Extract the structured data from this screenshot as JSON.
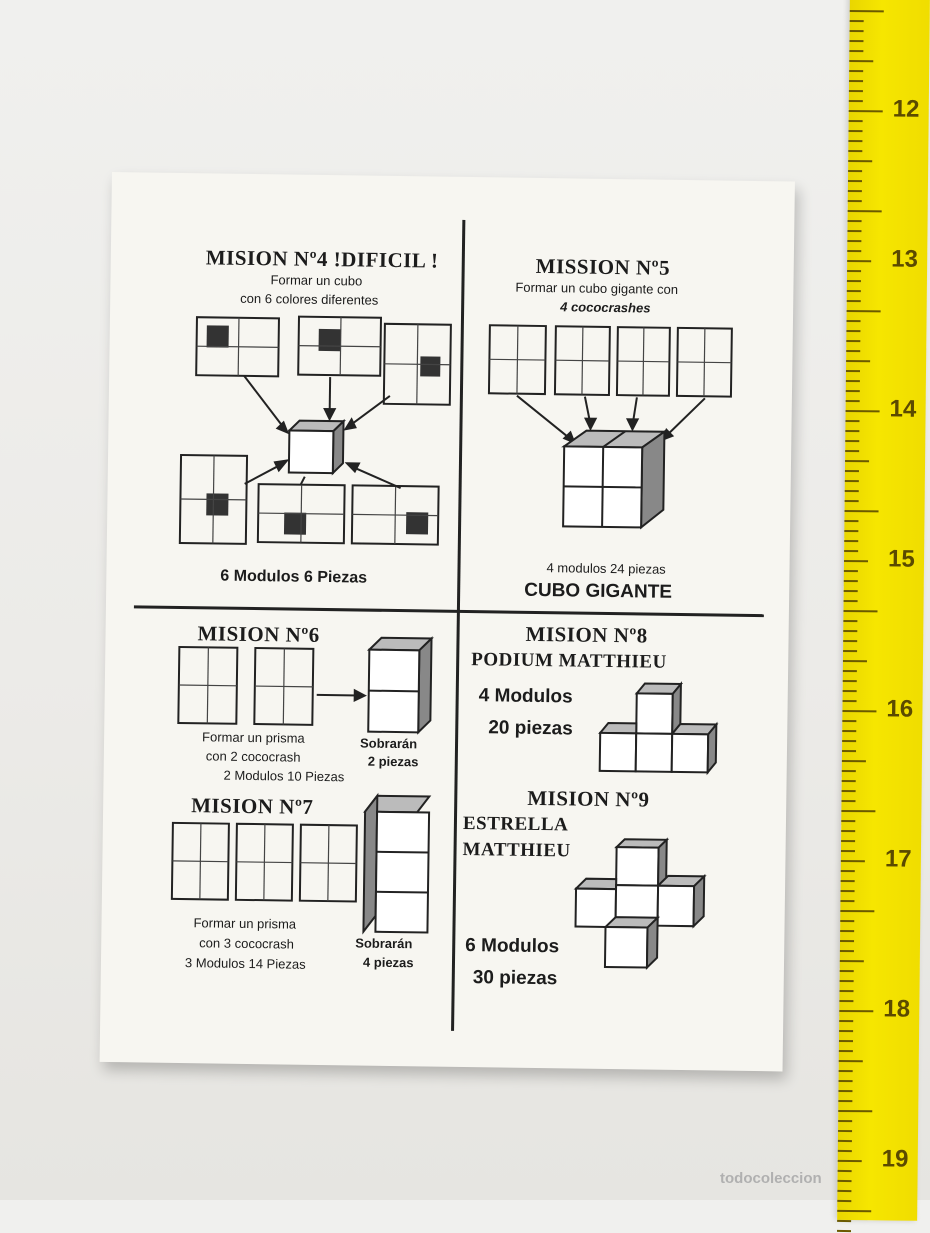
{
  "missions": {
    "m4": {
      "title": "MISION Nº4 !DIFICIL !",
      "line1": "Formar un cubo",
      "line2": "con 6 colores diferentes",
      "footer": "6 Modulos 6 Piezas"
    },
    "m5": {
      "title": "MISSION Nº5",
      "line1": "Formar un cubo gigante con",
      "line2": "4 cococrashes",
      "note": "4 modulos 24 piezas",
      "footer": "CUBO GIGANTE"
    },
    "m6": {
      "title": "MISION Nº6",
      "line1": "Formar un prisma",
      "line2": "con 2 cococrash",
      "line3": "2 Modulos 10 Piezas",
      "left1": "Sobrarán",
      "left2": "2 piezas"
    },
    "m7": {
      "title": "MISION Nº7",
      "line1": "Formar un prisma",
      "line2": "con 3 cococrash",
      "line3": "3 Modulos 14 Piezas",
      "left1": "Sobrarán",
      "left2": "4 piezas"
    },
    "m8": {
      "title": "MISION Nº8",
      "subtitle": "PODIUM MATTHIEU",
      "count1": "4 Modulos",
      "count2": "20 piezas"
    },
    "m9": {
      "title": "MISION Nº9",
      "subtitle1": "ESTRELLA",
      "subtitle2": "MATTHIEU",
      "count1": "6 Modulos",
      "count2": "30 piezas"
    }
  },
  "ruler": {
    "labels": [
      "12",
      "13",
      "14",
      "15",
      "16",
      "17",
      "18",
      "19"
    ]
  },
  "watermark": "todocoleccion"
}
